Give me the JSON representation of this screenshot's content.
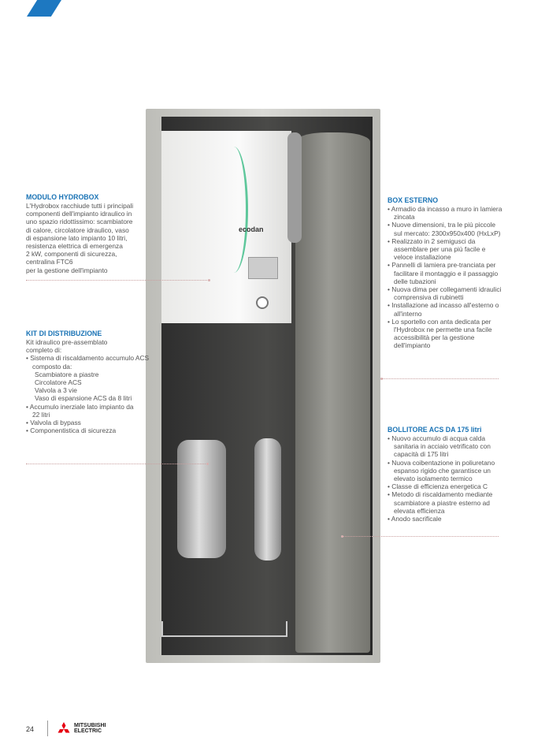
{
  "hydrobox": {
    "title": "MODULO HYDROBOX",
    "lines": [
      "L'Hydrobox racchiude tutti i principali",
      "componenti dell'impianto idraulico in",
      "uno spazio ridottissimo: scambiatore",
      "di calore, circolatore idraulico, vaso",
      "di espansione lato impianto 10 litri,",
      "resistenza elettrica di emergenza",
      "2 kW, componenti di sicurezza,",
      "centralina FTC6",
      "per la gestione dell'impianto"
    ]
  },
  "kit": {
    "title": "KIT DI DISTRIBUZIONE",
    "lines": [
      "Kit idraulico pre-assemblato",
      "completo di:"
    ],
    "items": [
      "Sistema di riscaldamento accumulo ACS composto da:",
      "Accumulo inerziale lato impianto da 22 litri",
      "Valvola di bypass",
      "Componentistica di sicurezza"
    ],
    "subitems": [
      "Scambiatore a piastre",
      "Circolatore ACS",
      "Valvola a 3 vie",
      "Vaso di espansione ACS da 8 litri"
    ]
  },
  "box": {
    "title": "BOX ESTERNO",
    "items": [
      "Armadio da incasso a muro in lamiera zincata",
      "Nuove dimensioni, tra le più piccole sul mercato: 2300x950x400 (HxLxP)",
      "Realizzato in 2 semigusci da assemblare per una più facile e veloce installazione",
      "Pannelli di lamiera pre-tranciata per facilitare il montaggio e il passaggio delle tubazioni",
      "Nuova dima per collegamenti idraulici comprensiva di rubinetti",
      "Installazione ad incasso all'esterno o all'interno",
      "Lo sportello con anta dedicata per l'Hydrobox ne permette una facile accessibilità per la gestione dell'impianto"
    ]
  },
  "bollitore": {
    "title": "BOLLITORE ACS DA 175 litri",
    "items": [
      "Nuovo accumulo di acqua calda sanitaria in acciaio vetrificato con capacità di 175 litri",
      "Nuova coibentazione in poliuretano espanso rigido che garantisce un elevato isolamento termico",
      "Classe di efficienza energetica C",
      "Metodo di riscaldamento mediante scambiatore a piastre esterno ad elevata efficienza",
      "Anodo sacrificale"
    ]
  },
  "product": {
    "logo": "ecodan"
  },
  "footer": {
    "page": "24",
    "brand": "MITSUBISHI",
    "brand2": "ELECTRIC"
  },
  "colors": {
    "accent": "#1a73b5",
    "brand_red": "#e60012"
  }
}
